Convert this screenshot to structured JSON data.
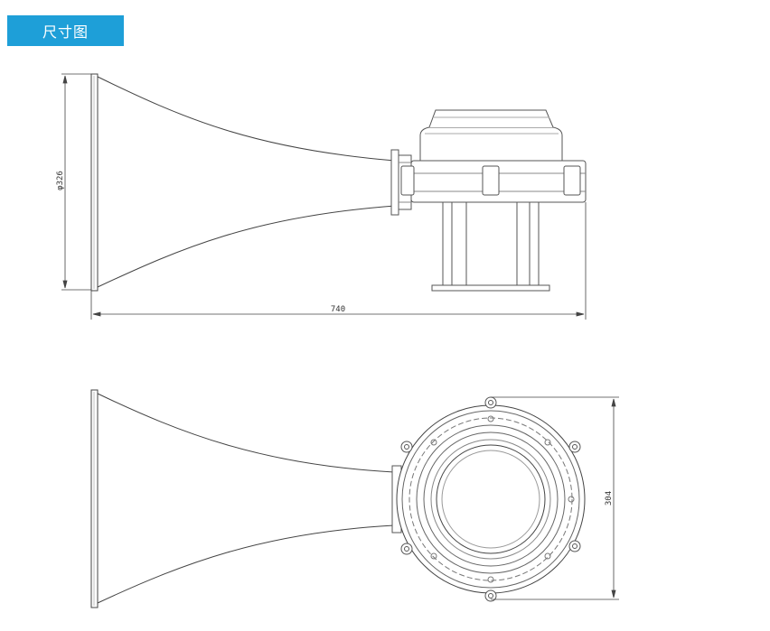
{
  "header": {
    "title": "尺寸图"
  },
  "drawing": {
    "side_view": {
      "diameter_label": "φ326",
      "length_label": "740"
    },
    "front_view": {
      "height_label": "304"
    }
  }
}
